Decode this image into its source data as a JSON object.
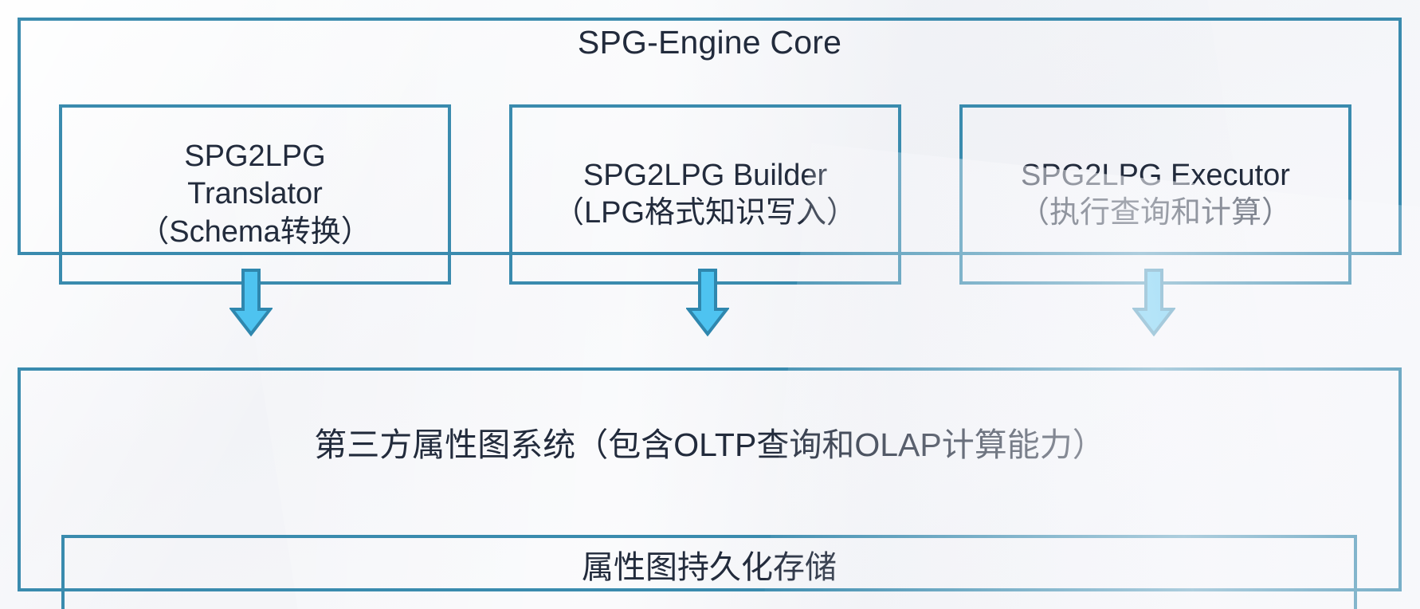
{
  "diagram": {
    "title": "SPG-Engine Core",
    "top_section": {
      "label": "SPG-Engine Core",
      "modules": [
        {
          "name": "translator",
          "line1": "SPG2LPG",
          "line2": "Translator",
          "line3": "（Schema转换）"
        },
        {
          "name": "builder",
          "line1": "SPG2LPG Builder",
          "line2": "（LPG格式知识写入）",
          "line3": ""
        },
        {
          "name": "executor",
          "line1": "SPG2LPG Executor",
          "line2": "（执行查询和计算）",
          "line3": ""
        }
      ]
    },
    "connectors": [
      {
        "name": "arrow-translator-to-graph",
        "direction": "down"
      },
      {
        "name": "arrow-builder-to-graph",
        "direction": "down"
      },
      {
        "name": "arrow-executor-to-graph",
        "direction": "down"
      }
    ],
    "bottom_section": {
      "label": "第三方属性图系统（包含OLTP查询和OLAP计算能力）",
      "storage_box": "属性图持久化存储"
    },
    "colors": {
      "border": "#3a8bae",
      "arrow_fill": "#4ec3f0",
      "arrow_stroke": "#2f87ae",
      "text": "#222b3c",
      "background": "#f4f5f8"
    }
  }
}
